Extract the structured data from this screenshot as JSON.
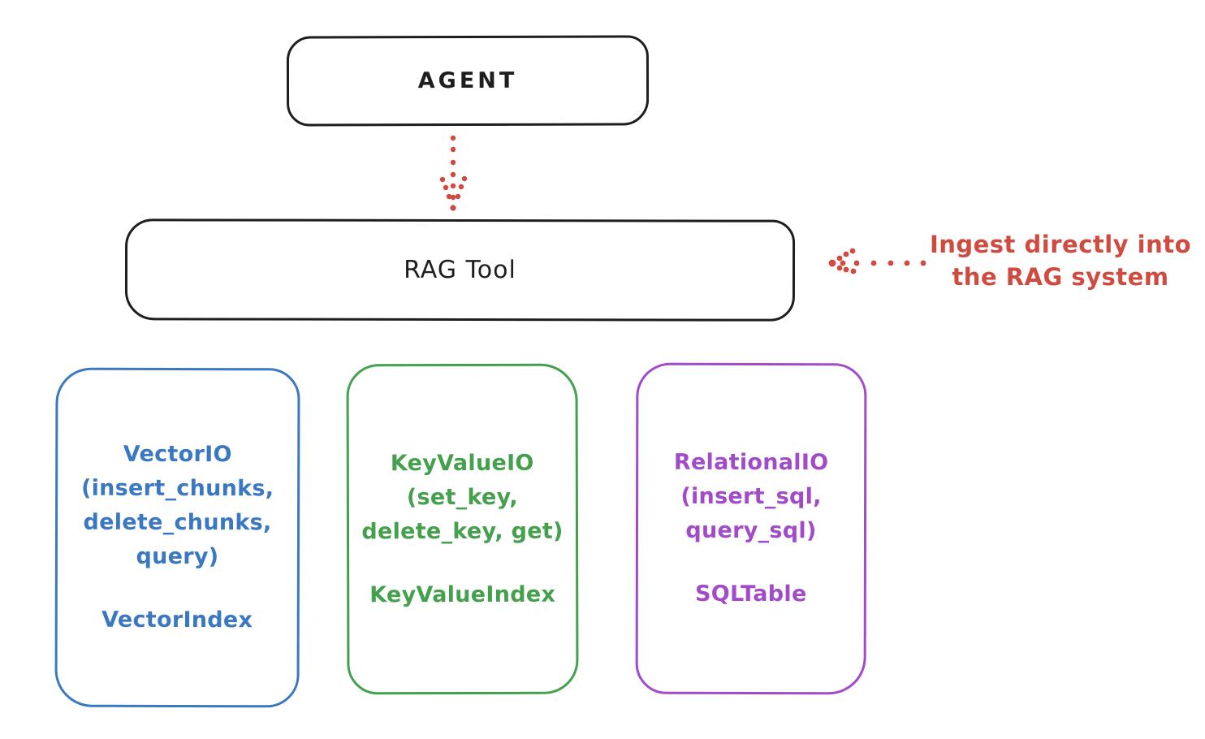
{
  "diagram": {
    "agent": {
      "label": "AGENT"
    },
    "rag_tool": {
      "label": "RAG Tool"
    },
    "annotation": {
      "lines": [
        "Ingest directly into",
        "the RAG system"
      ],
      "color": "#d14a40"
    },
    "storage_boxes": [
      {
        "title_lines": [
          "VectorIO",
          "(insert_chunks,",
          "delete_chunks,",
          "query)"
        ],
        "index_label": "VectorIndex",
        "color": "#3b78c2",
        "color_name": "blue"
      },
      {
        "title_lines": [
          "KeyValueIO",
          "(set_key,",
          "delete_key, get)"
        ],
        "index_label": "KeyValueIndex",
        "color": "#44a04c",
        "color_name": "green"
      },
      {
        "title_lines": [
          "RelationalIO",
          "(insert_sql,",
          "query_sql)"
        ],
        "index_label": "SQLTable",
        "color": "#a24bc8",
        "color_name": "purple"
      }
    ],
    "colors": {
      "stroke": "#1e1e1e",
      "arrow_red": "#d14a40",
      "background": "#ffffff"
    }
  }
}
